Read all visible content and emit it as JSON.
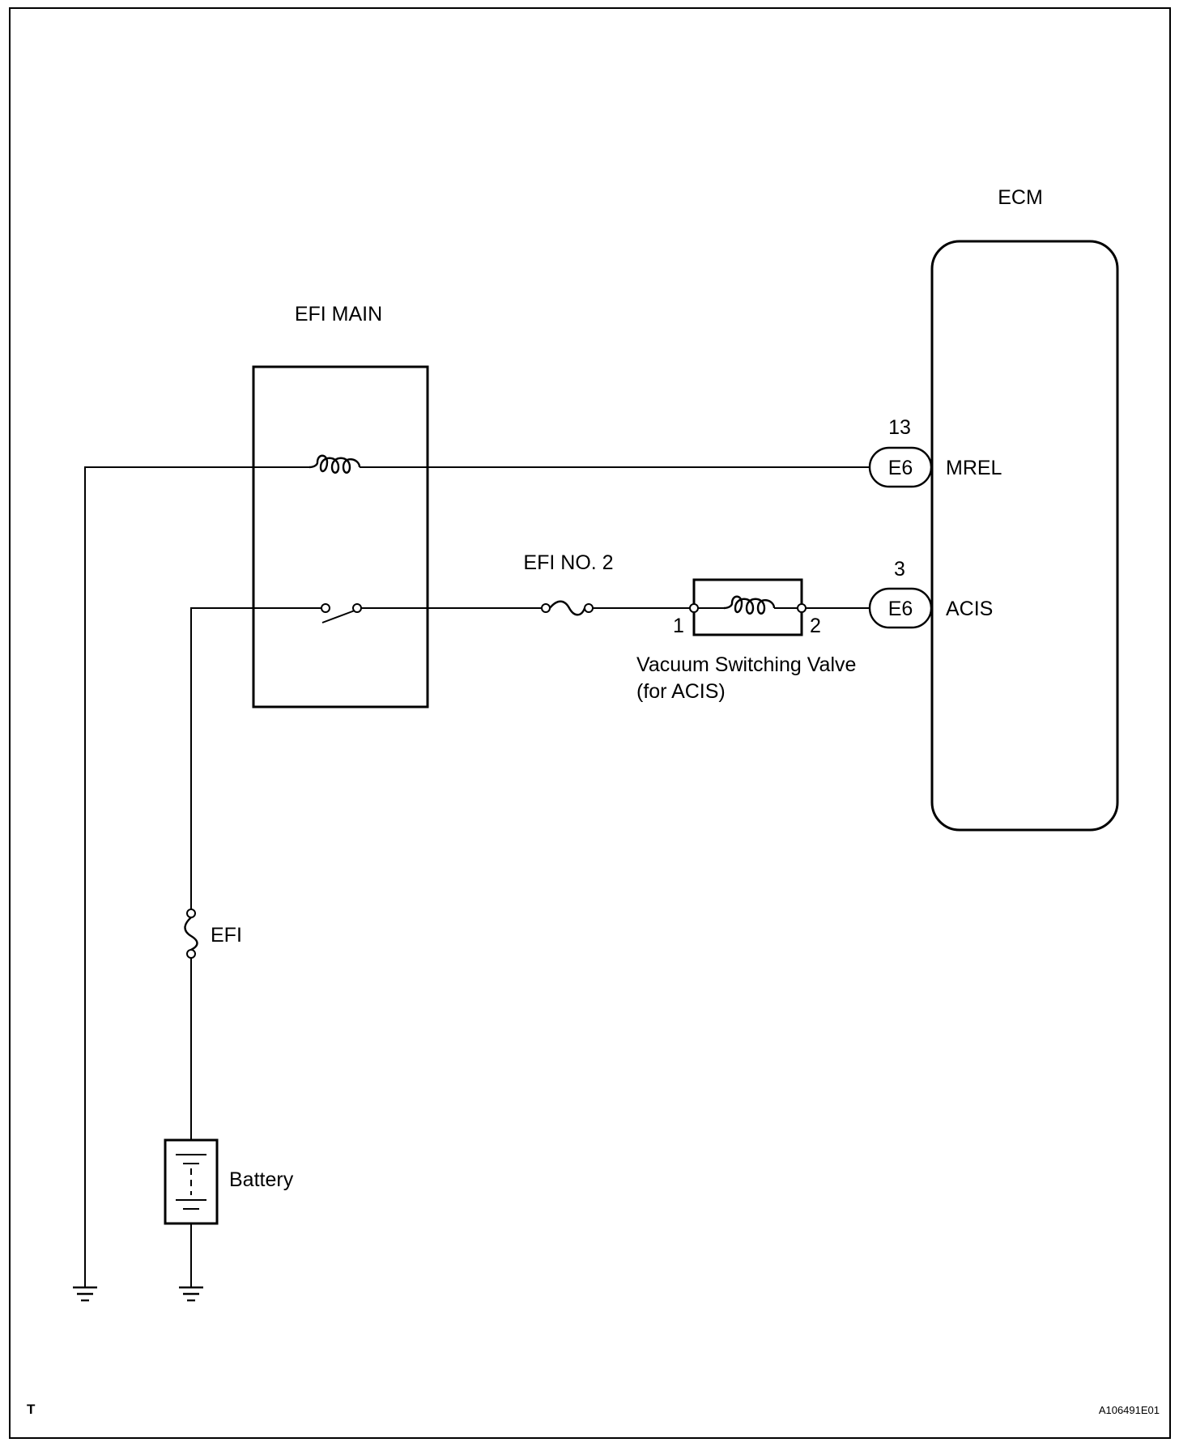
{
  "diagram": {
    "ecm": {
      "label": "ECM"
    },
    "efi_main": {
      "label": "EFI MAIN"
    },
    "efi_no2": {
      "label": "EFI NO. 2"
    },
    "efi_fuse": {
      "label": "EFI"
    },
    "battery": {
      "label": "Battery"
    },
    "vsv": {
      "label_line1": "Vacuum Switching Valve",
      "label_line2": "(for ACIS)",
      "pin1": "1",
      "pin2": "2"
    },
    "connectors": [
      {
        "pin_number": "13",
        "code": "E6",
        "terminal": "MREL"
      },
      {
        "pin_number": "3",
        "code": "E6",
        "terminal": "ACIS"
      }
    ],
    "corner_mark": "T",
    "figure_code": "A106491E01"
  }
}
